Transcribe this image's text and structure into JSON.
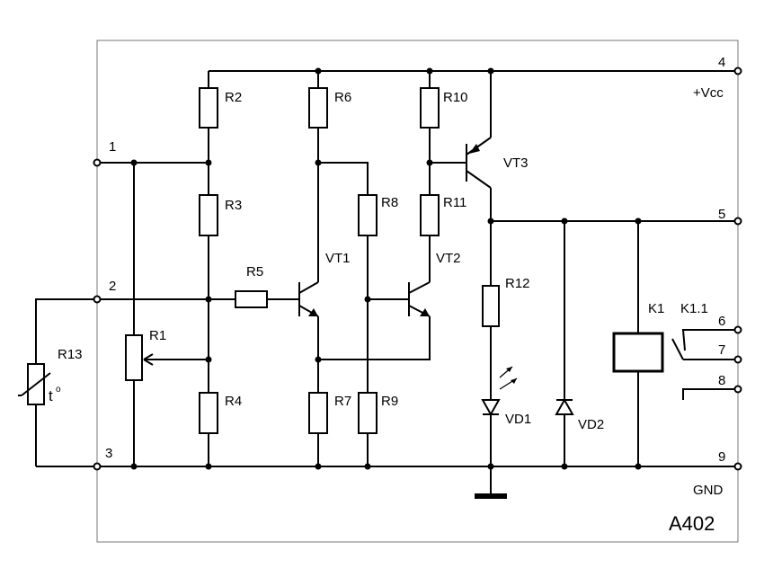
{
  "module_label": "A402",
  "pins": {
    "p1": "1",
    "p2": "2",
    "p3": "3",
    "p4": "4",
    "p5": "5",
    "p6": "6",
    "p7": "7",
    "p8": "8",
    "p9": "9"
  },
  "net_labels": {
    "vcc": "+Vcc",
    "gnd": "GND"
  },
  "components": {
    "r1": "R1",
    "r2": "R2",
    "r3": "R3",
    "r4": "R4",
    "r5": "R5",
    "r6": "R6",
    "r7": "R7",
    "r8": "R8",
    "r9": "R9",
    "r10": "R10",
    "r11": "R11",
    "r12": "R12",
    "r13": "R13",
    "vt1": "VT1",
    "vt2": "VT2",
    "vt3": "VT3",
    "vd1": "VD1",
    "vd2": "VD2",
    "k1": "K1",
    "k1_1": "K1.1"
  }
}
